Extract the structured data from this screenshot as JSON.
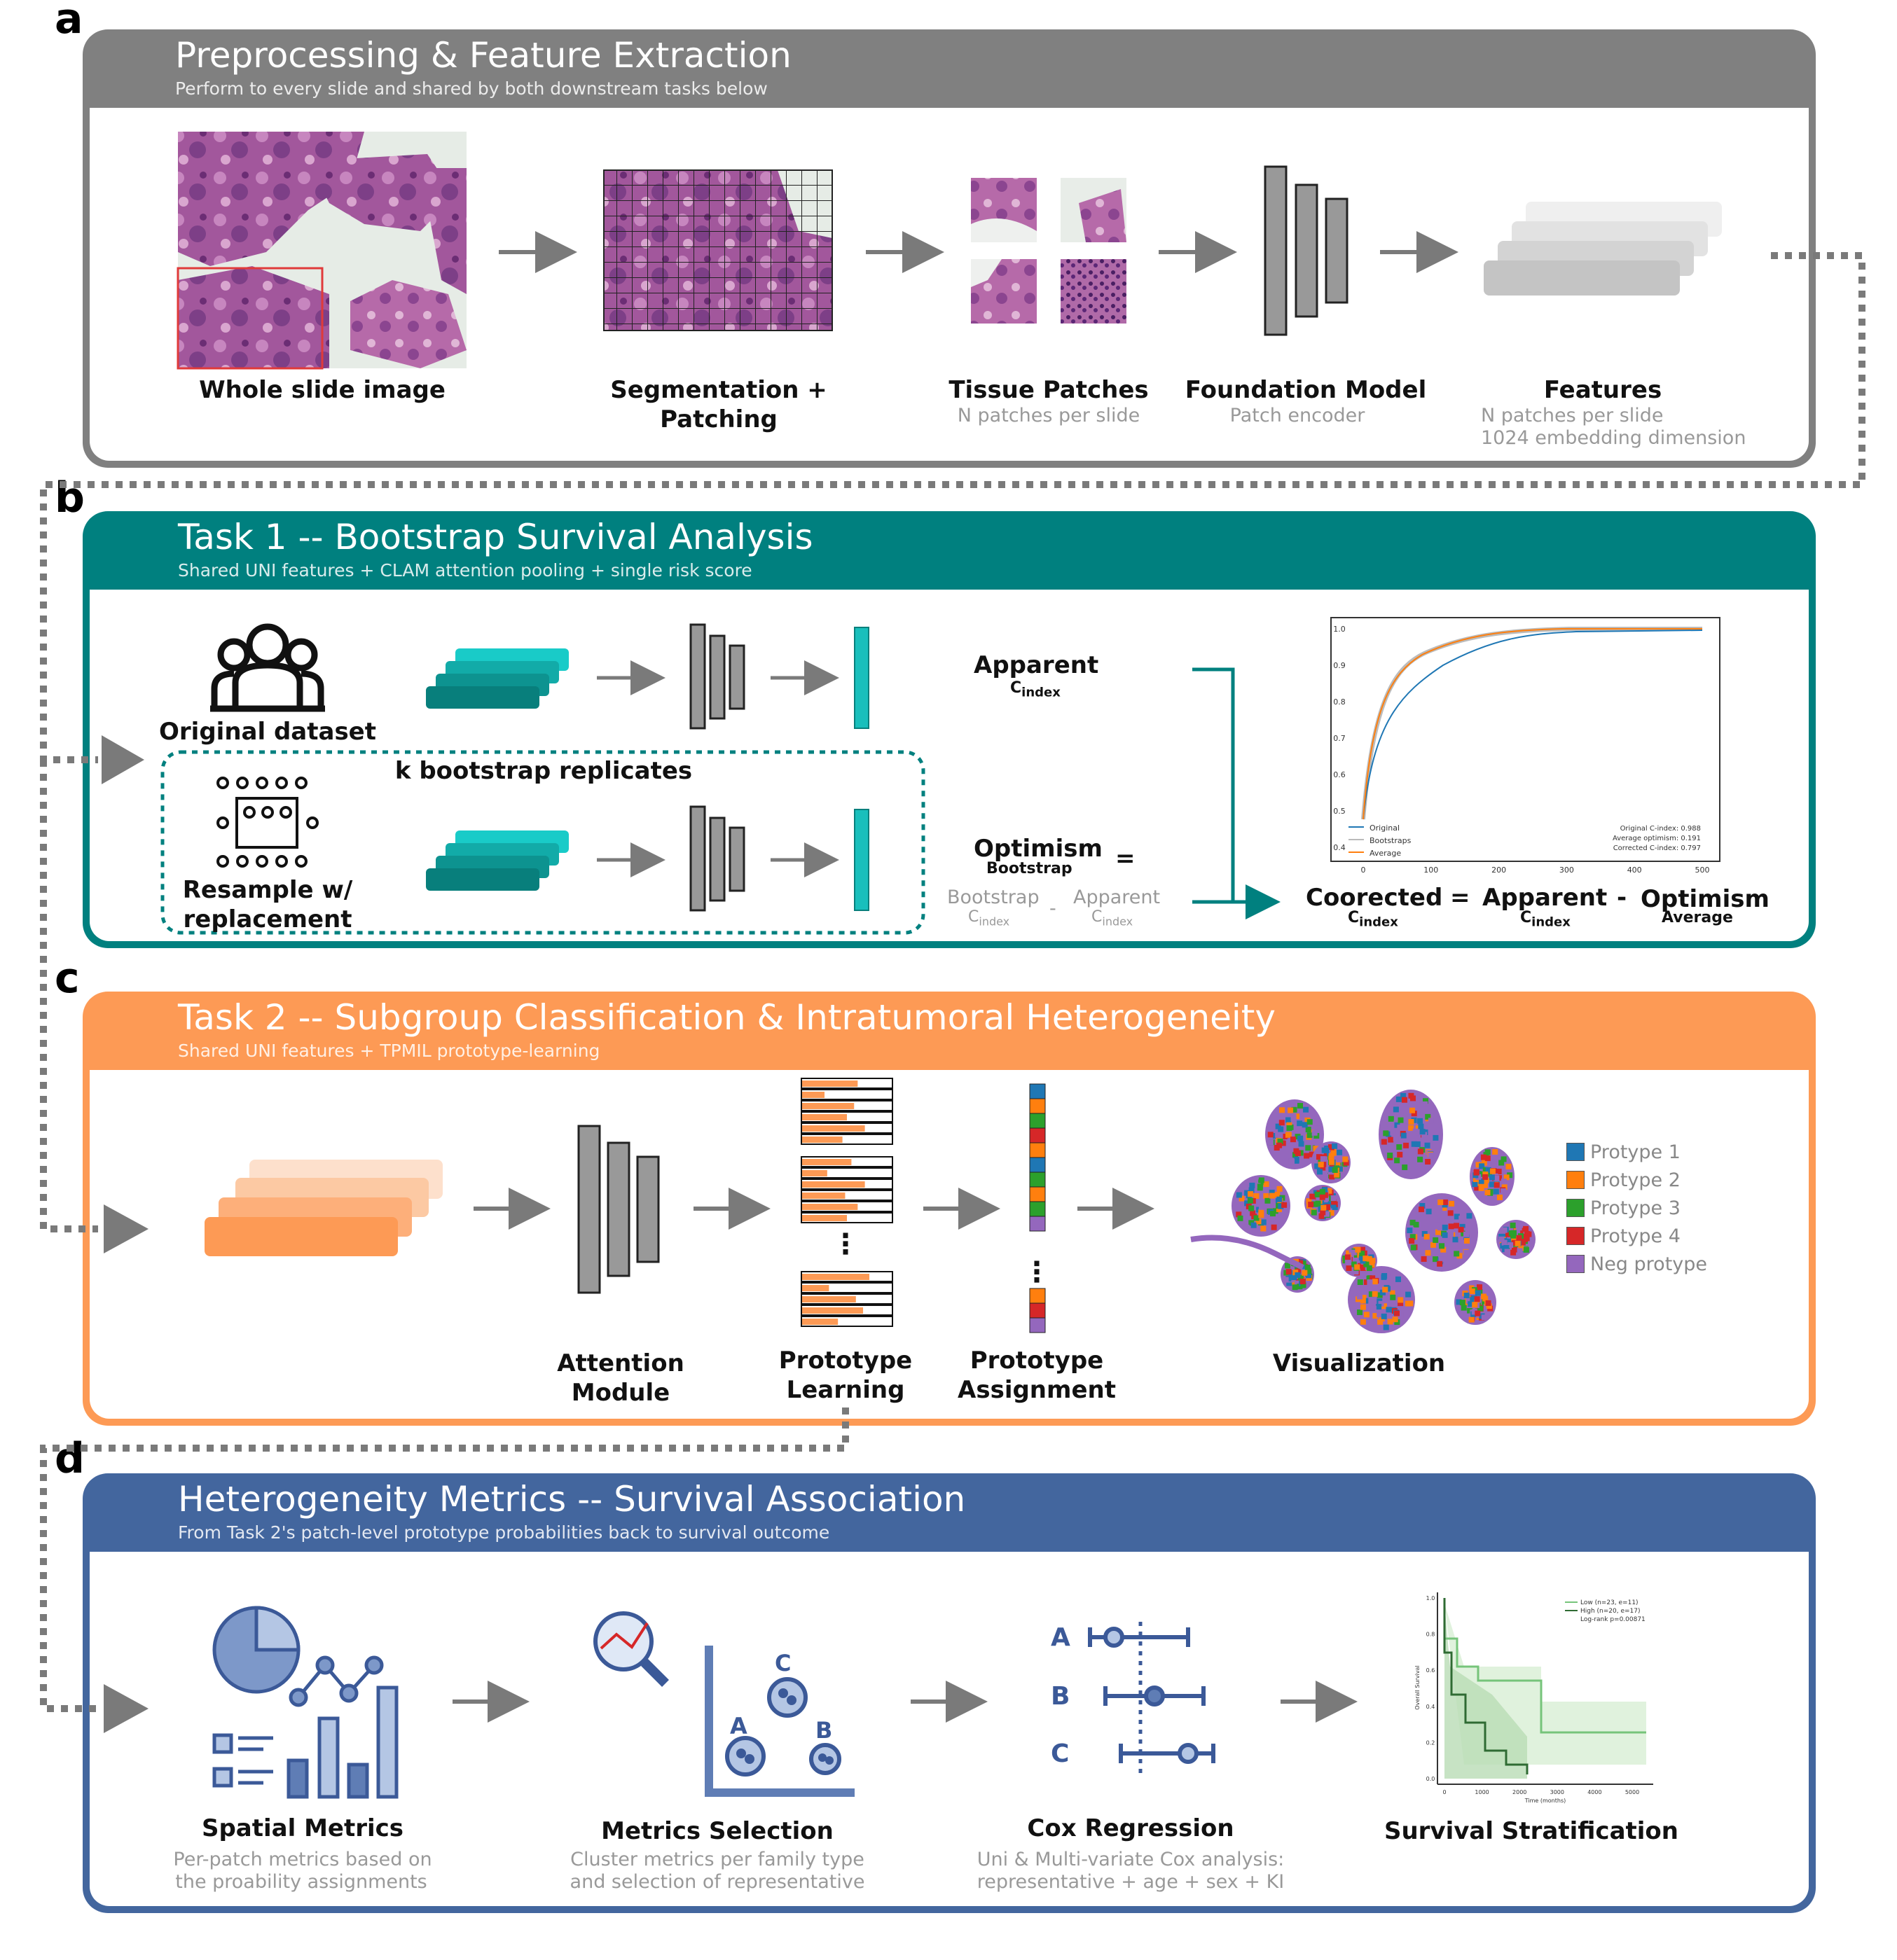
{
  "panels": {
    "a": {
      "letter": "a",
      "title": "Preprocessing & Feature Extraction",
      "subtitle": "Perform to every slide and shared by both downstream tasks below",
      "color": "#808080",
      "steps": [
        {
          "label": "Whole slide image",
          "sub": ""
        },
        {
          "label": "Segmentation +\nPatching",
          "sub": ""
        },
        {
          "label": "Tissue Patches",
          "sub": "N patches per slide"
        },
        {
          "label": "Foundation Model",
          "sub": "Patch encoder"
        },
        {
          "label": "Features",
          "sub1": "N patches per slide",
          "sub2": "1024 embedding dimension"
        }
      ]
    },
    "b": {
      "letter": "b",
      "title": "Task 1 -- Bootstrap Survival Analysis",
      "subtitle": "Shared UNI features + CLAM attention pooling + single risk score",
      "color": "#00807F",
      "original_label": "Original dataset",
      "bootstrap_box_label": "k bootstrap replicates",
      "resample_label": "Resample w/\nreplacement",
      "apparent": "Apparent",
      "c_index_sub": "index",
      "optimism": "Optimism",
      "bootstrap_sub": "Bootstrap",
      "equals": "=",
      "minus": "-",
      "boot_term": "Bootstrap",
      "app_term": "Apparent",
      "c_term": "C",
      "c_term_sub": "index",
      "c_prefix": "C",
      "corrected": "Coorected",
      "average_sub": "Average",
      "plot": {
        "legend": [
          "Original",
          "Bootstraps",
          "Average"
        ],
        "stats": [
          "Original C-index: 0.988",
          "Average optimism: 0.191",
          "Corrected C-index: 0.797"
        ],
        "xticks": [
          "0",
          "100",
          "200",
          "300",
          "400",
          "500"
        ],
        "yticks": [
          "0.4",
          "0.5",
          "0.6",
          "0.7",
          "0.8",
          "0.9",
          "1.0"
        ],
        "series_colors": {
          "original": "#1f77b4",
          "bootstraps": "#bbbbbb",
          "average": "#ff7f0e"
        }
      }
    },
    "c": {
      "letter": "c",
      "title": "Task 2 -- Subgroup Classification & Intratumoral Heterogeneity",
      "subtitle": "Shared UNI features + TPMIL prototype-learning",
      "color": "#FD9A55",
      "steps": [
        {
          "label": "Attention\nModule"
        },
        {
          "label": "Prototype\nLearning"
        },
        {
          "label": "Prototype\nAssignment"
        },
        {
          "label": "Visualization"
        }
      ],
      "legend": [
        {
          "label": "Protype 1",
          "color": "#1f77b4"
        },
        {
          "label": "Protype 2",
          "color": "#ff7f0e"
        },
        {
          "label": "Protype 3",
          "color": "#2ca02c"
        },
        {
          "label": "Protype 4",
          "color": "#d62728"
        },
        {
          "label": "Neg protype",
          "color": "#9467bd"
        }
      ]
    },
    "d": {
      "letter": "d",
      "title": "Heterogeneity Metrics -- Survival Association",
      "subtitle": "From Task 2's patch-level prototype probabilities back to survival outcome",
      "color": "#43669E",
      "steps": [
        {
          "label": "Spatial Metrics",
          "sub1": "Per-patch metrics based on",
          "sub2": "the proability assignments"
        },
        {
          "label": "Metrics Selection",
          "sub1": "Cluster metrics per family type",
          "sub2": "and selection of representative"
        },
        {
          "label": "Cox Regression",
          "sub1": "Uni & Multi-variate Cox analysis:",
          "sub2": "representative + age + sex + KI"
        },
        {
          "label": "Survival Stratification"
        }
      ],
      "cox_labels": [
        "A",
        "B",
        "C"
      ],
      "cluster_labels": [
        "A",
        "B",
        "C"
      ],
      "km": {
        "legend": [
          "Low (n=23, e=11)",
          "High (n=20, e=17)",
          "Log-rank p=0.00871"
        ],
        "xlabel": "Time (months)",
        "ylabel": "Overall Survival",
        "xticks": [
          "0",
          "1000",
          "2000",
          "3000",
          "4000",
          "5000"
        ],
        "yticks": [
          "0.0",
          "0.2",
          "0.4",
          "0.6",
          "0.8",
          "1.0"
        ]
      }
    }
  }
}
